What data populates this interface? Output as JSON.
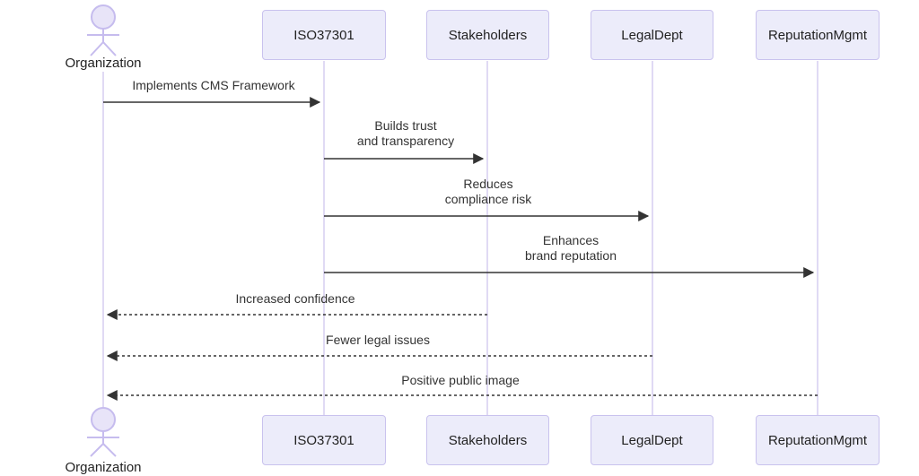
{
  "diagram": {
    "type": "sequence-diagram",
    "actors": {
      "organization": "Organization"
    },
    "participants": [
      {
        "id": "iso37301",
        "label": "ISO37301"
      },
      {
        "id": "stakeholders",
        "label": "Stakeholders"
      },
      {
        "id": "legaldept",
        "label": "LegalDept"
      },
      {
        "id": "reputationmgmt",
        "label": "ReputationMgmt"
      }
    ],
    "messages": [
      {
        "from": "Organization",
        "to": "ISO37301",
        "style": "solid",
        "label": "Implements CMS Framework"
      },
      {
        "from": "ISO37301",
        "to": "Stakeholders",
        "style": "solid",
        "label": "Builds trust\nand transparency"
      },
      {
        "from": "ISO37301",
        "to": "LegalDept",
        "style": "solid",
        "label": "Reduces\ncompliance risk"
      },
      {
        "from": "ISO37301",
        "to": "ReputationMgmt",
        "style": "solid",
        "label": "Enhances\nbrand reputation"
      },
      {
        "from": "Stakeholders",
        "to": "Organization",
        "style": "dashed",
        "label": "Increased confidence"
      },
      {
        "from": "LegalDept",
        "to": "Organization",
        "style": "dashed",
        "label": "Fewer legal issues"
      },
      {
        "from": "ReputationMgmt",
        "to": "Organization",
        "style": "dashed",
        "label": "Positive public image"
      }
    ],
    "colors": {
      "participant_fill": "#ececfa",
      "participant_border": "#c9c2ee",
      "lifeline": "#d8d1f2",
      "actor_stroke": "#c6bcee",
      "actor_head_fill": "#e8e4f8",
      "arrow": "#333333",
      "text": "#222222",
      "background": "#ffffff"
    }
  }
}
